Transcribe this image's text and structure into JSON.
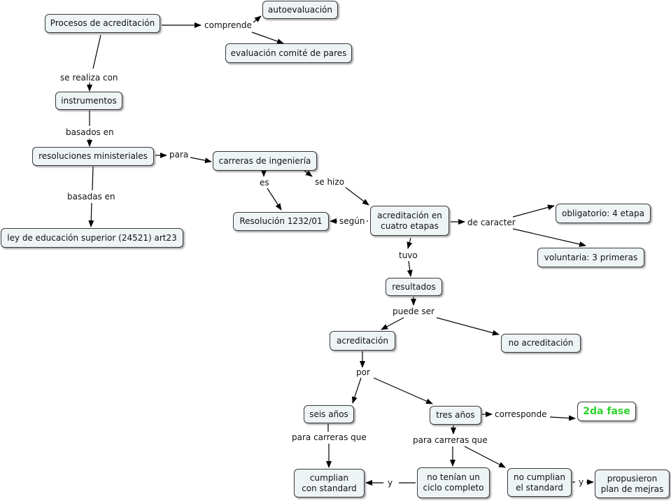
{
  "concepts": {
    "procesos": "Procesos de acreditación",
    "autoevaluacion": "autoevaluación",
    "comite": "evaluación comité de pares",
    "instrumentos": "instrumentos",
    "resoluciones": "resoluciones ministeriales",
    "carreras": "carreras de ingeniería",
    "ley": "ley de educación superior (24521) art23",
    "resolucion1232": "Resolución 1232/01",
    "acred_cuatro": "acreditación en\ncuatro etapas",
    "obligatorio": "obligatorio: 4 etapa",
    "voluntaria": "voluntaria: 3 primeras",
    "resultados": "resultados",
    "acreditacion": "acreditación",
    "no_acreditacion": "no acreditación",
    "seis": "seis años",
    "tres": "tres años",
    "fase2": "2da fase",
    "cumplian": "cumplian\ncon standard",
    "no_tenian": "no tenían un\nciclo completo",
    "no_cumplian": "no cumplian\nel standard",
    "propusieron": "propusieron\nplan de mejras"
  },
  "links": {
    "comprende": "comprende",
    "se_realiza": "se realiza con",
    "basados": "basados en",
    "para": "para",
    "basadas": "basadas en",
    "es": "es",
    "se_hizo": "se hizo",
    "segun": "según",
    "de_caracter": "de caracter",
    "tuvo": "tuvo",
    "puede_ser": "puede ser",
    "por": "por",
    "para_carreras_1": "para carreras que",
    "para_carreras_2": "para carreras que",
    "corresponde": "corresponde",
    "y1": "y",
    "y2": "y"
  },
  "colors": {
    "node_fill": "#eef4f6",
    "border": "#3a3a3a",
    "highlight_text": "#2bd42b"
  }
}
